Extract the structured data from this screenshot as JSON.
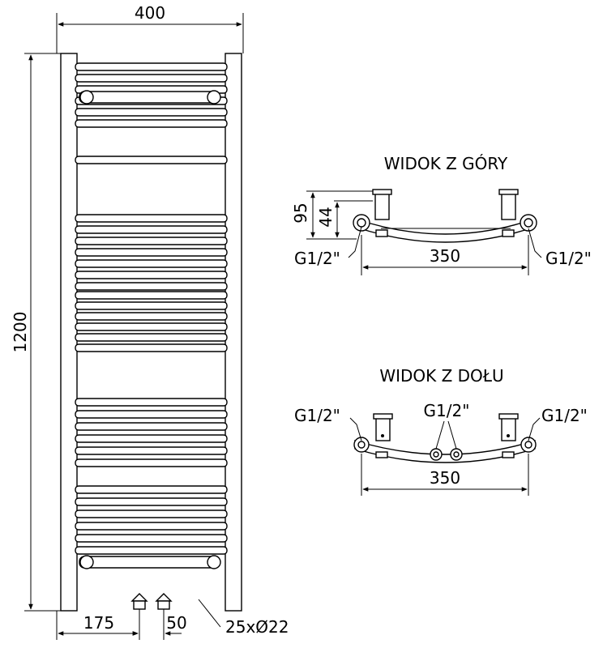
{
  "dimensions": {
    "width_total": "400",
    "height_total": "1200",
    "offset_left": "175",
    "pipe_spacing": "50",
    "tubes": "25xØ22"
  },
  "top_view": {
    "title": "WIDOK Z GÓRY",
    "depth_total": "95",
    "depth_pipe": "44",
    "connection_left": "G1/2\"",
    "connection_right": "G1/2\"",
    "span": "350"
  },
  "bottom_view": {
    "title": "WIDOK Z DOŁU",
    "connection_left": "G1/2\"",
    "connection_center": "G1/2\"",
    "connection_right": "G1/2\"",
    "span": "350"
  },
  "tube_count": 25
}
